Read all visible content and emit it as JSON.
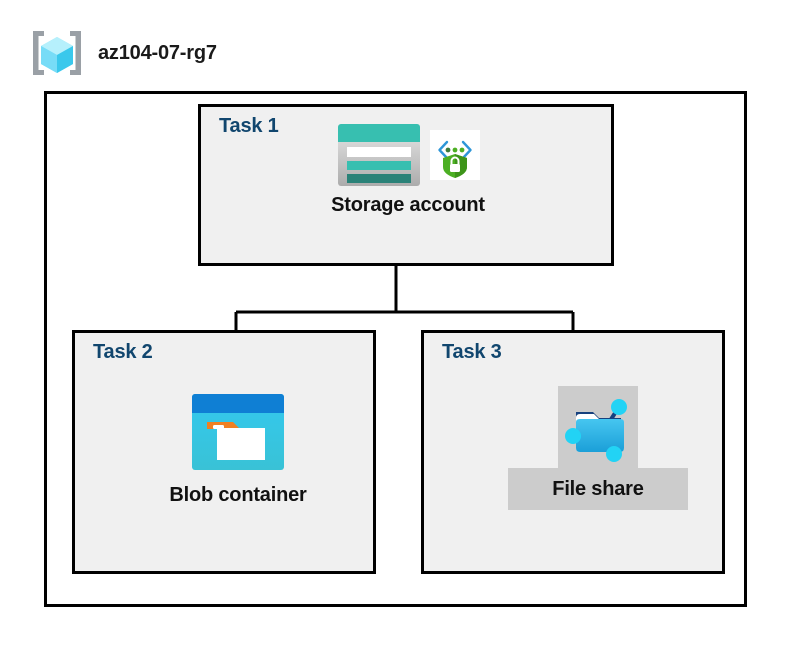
{
  "header": {
    "icon": "resource-group-icon",
    "title": "az104-07-rg7"
  },
  "container": {
    "name": "resource-group-boundary"
  },
  "tasks": [
    {
      "id": "task1",
      "label": "Task 1",
      "node": {
        "caption": "Storage account",
        "icons": [
          "storage-account-icon",
          "secure-transfer-icon"
        ]
      }
    },
    {
      "id": "task2",
      "label": "Task 2",
      "node": {
        "caption": "Blob container",
        "icons": [
          "blob-container-icon"
        ]
      }
    },
    {
      "id": "task3",
      "label": "Task 3",
      "node": {
        "caption": "File share",
        "icons": [
          "file-share-icon"
        ]
      }
    }
  ],
  "connectors": {
    "from": "Storage account",
    "to": [
      "Blob container",
      "File share"
    ]
  },
  "colors": {
    "task_label": "#11466e",
    "task_box_fill": "#f0f0f0",
    "box_stroke": "#000000",
    "storage_teal": "#37bfb0",
    "storage_teal_dark": "#2a8278",
    "blob_blue": "#0f7fd4",
    "blob_cyan": "#32c8e8",
    "blob_orange": "#f08022",
    "fileshare_blue": "#31b3e8",
    "node_cyan": "#22d3f5",
    "shield_green": "#4caf23",
    "bracket_blue": "#2e96d8",
    "cube_cyan": "#55d6f5",
    "bracket_gray": "#9aa0a6",
    "highlight_gray": "#cccccc"
  }
}
